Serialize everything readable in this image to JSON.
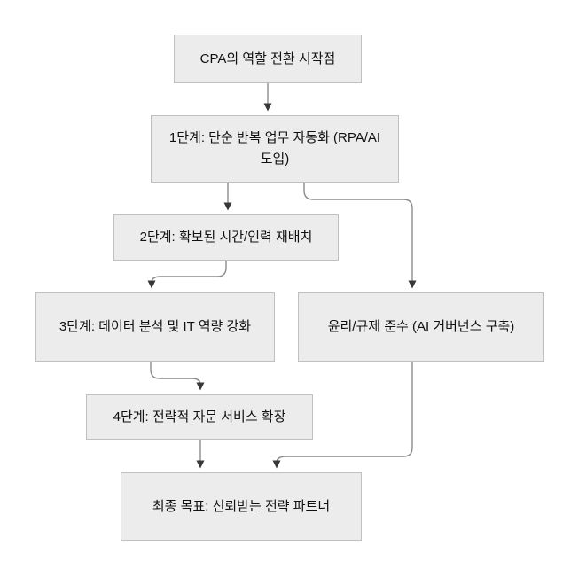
{
  "diagram": {
    "type": "flowchart",
    "direction": "top-down",
    "nodes": [
      {
        "id": "start",
        "label": "CPA의 역할 전환 시작점"
      },
      {
        "id": "step1",
        "label": "1단계: 단순 반복 업무 자동화 (RPA/AI 도입)"
      },
      {
        "id": "step2",
        "label": "2단계: 확보된 시간/인력 재배치"
      },
      {
        "id": "step3",
        "label": "3단계: 데이터 분석 및 IT 역량 강화"
      },
      {
        "id": "ethics",
        "label": "윤리/규제 준수 (AI 거버넌스 구축)"
      },
      {
        "id": "step4",
        "label": "4단계: 전략적 자문 서비스 확장"
      },
      {
        "id": "goal",
        "label": "최종 목표: 신뢰받는 전략 파트너"
      }
    ],
    "edges": [
      {
        "from": "start",
        "to": "step1"
      },
      {
        "from": "step1",
        "to": "step2"
      },
      {
        "from": "step1",
        "to": "ethics"
      },
      {
        "from": "step2",
        "to": "step3"
      },
      {
        "from": "step3",
        "to": "step4"
      },
      {
        "from": "step4",
        "to": "goal"
      },
      {
        "from": "ethics",
        "to": "goal"
      }
    ],
    "colors": {
      "background": "#ffffff",
      "node_fill": "#ececec",
      "node_border": "#c0c0c0",
      "edge": "#8c8c8c",
      "arrowhead": "#383838",
      "text": "#111111"
    }
  }
}
